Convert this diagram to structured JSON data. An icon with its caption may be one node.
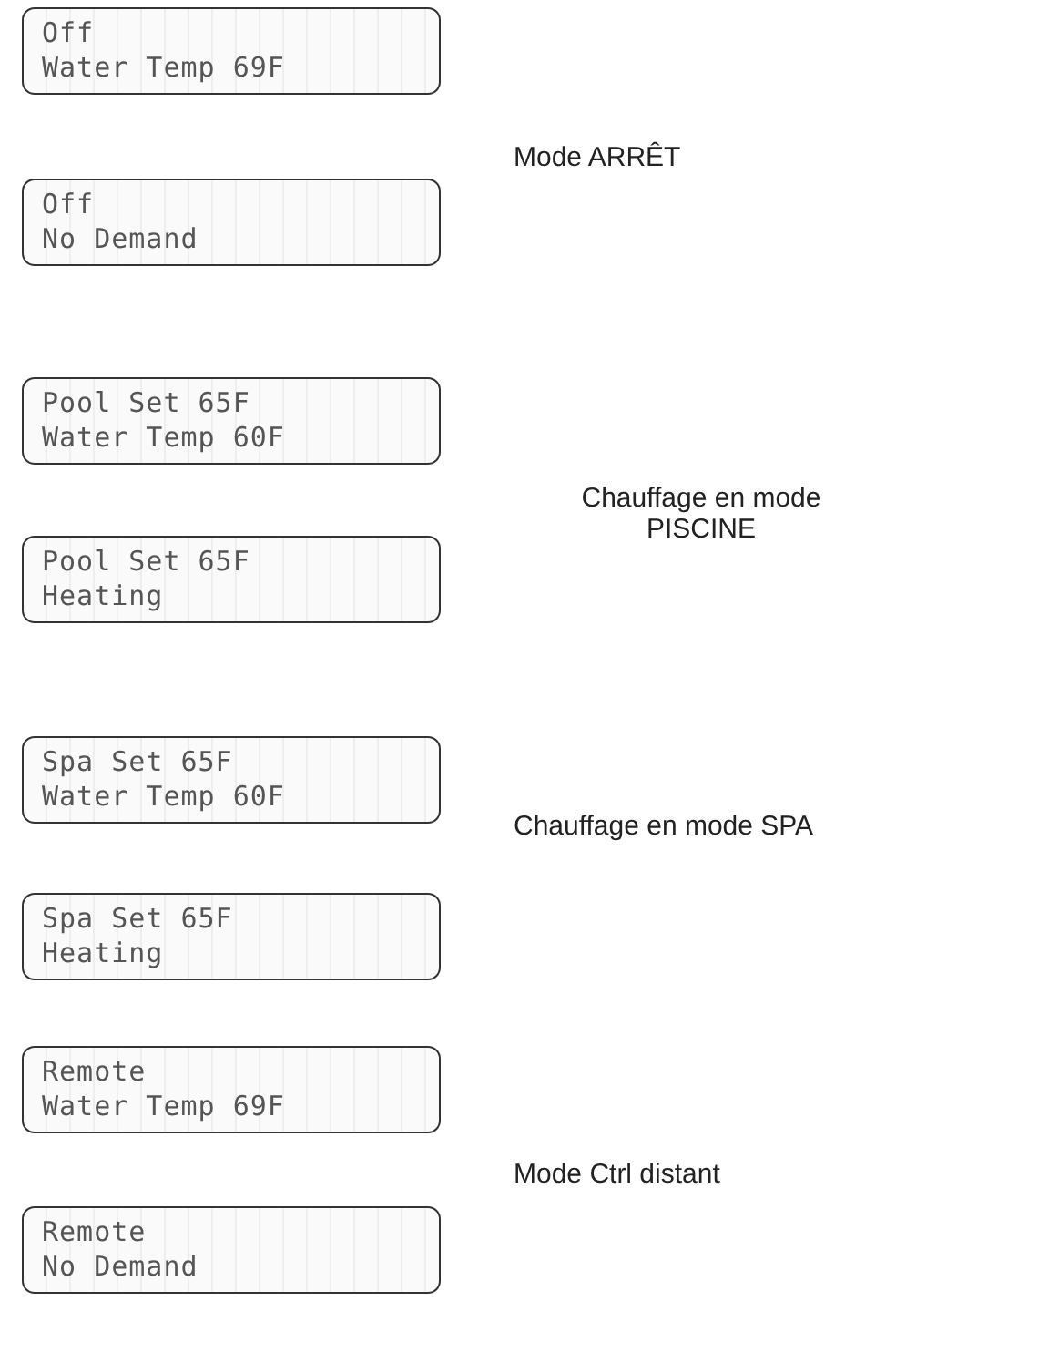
{
  "diagram": {
    "nodes": [
      {
        "text": [
          "Off",
          "Water Temp 69F"
        ]
      },
      {
        "text": [
          "Off",
          "No Demand"
        ]
      },
      {
        "text": [
          "Pool Set 65F",
          "Water Temp 60F"
        ]
      },
      {
        "text": [
          "Pool Set 65F",
          "Heating"
        ]
      },
      {
        "text": [
          "Spa Set 65F",
          "Water Temp 60F"
        ]
      },
      {
        "text": [
          "Spa Set 65F",
          "Heating"
        ]
      },
      {
        "text": [
          "Remote",
          "Water Temp 69F"
        ]
      },
      {
        "text": [
          "Remote",
          "No Demand"
        ]
      }
    ],
    "edges": [],
    "labels": [
      "Mode ARRÊT",
      "Chauffage en mode PISCINE",
      "Chauffage en mode SPA",
      "Mode Ctrl distant"
    ]
  }
}
